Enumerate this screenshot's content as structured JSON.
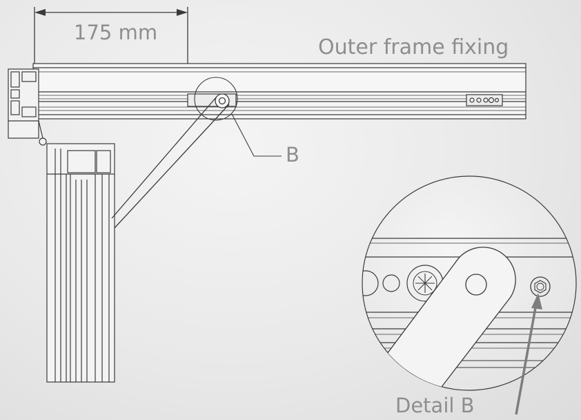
{
  "labels": {
    "dimension": "175 mm",
    "outer_frame_fixing": "Outer frame fixing",
    "callout": "B",
    "detail": "Detail B"
  },
  "colors": {
    "background": "#e8e8e8",
    "line": "#3a3a3a",
    "label_text": "#8e8e8e",
    "pointer_arrow": "#7d7d7d"
  }
}
